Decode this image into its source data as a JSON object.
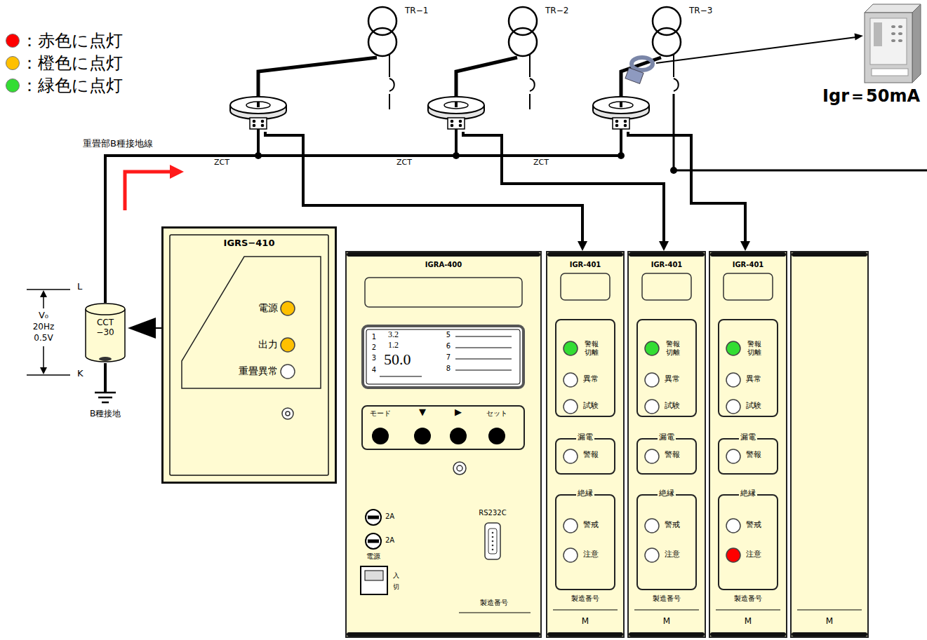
{
  "diagram": {
    "nodes": [
      {
        "text": [
          "TR−1"
        ]
      },
      {
        "text": [
          "TR−2"
        ]
      },
      {
        "text": [
          "TR−3"
        ]
      },
      {
        "text": [
          "ZCT"
        ]
      },
      {
        "text": [
          "ZCT"
        ]
      },
      {
        "text": [
          "ZCT"
        ]
      },
      {
        "text": [
          "CCT −30"
        ]
      },
      {
        "text": [
          "IGRS−410"
        ]
      },
      {
        "text": [
          "電源",
          "出力",
          "重畳異常"
        ],
        "in": 7
      },
      {
        "text": [
          "IGRA-400",
          "2A",
          "2A",
          "電源",
          "入",
          "切",
          "RS232C",
          "製造番号"
        ]
      },
      {
        "text": [
          "1",
          "3.2",
          "2",
          "1.2",
          "3",
          "50.0",
          "4",
          "5",
          "6",
          "7",
          "8"
        ],
        "in": 9
      },
      {
        "text": [
          "モード",
          "▼",
          "▶",
          "セット"
        ],
        "in": 9
      },
      {
        "text": [
          "IGR-401",
          "製造番号",
          "M"
        ]
      },
      {
        "text": [
          "警報 切離",
          "異常",
          "試験"
        ],
        "in": 12
      },
      {
        "text": [
          "漏電",
          "警報"
        ],
        "in": 12
      },
      {
        "text": [
          "絶縁",
          "警戒",
          "注意"
        ],
        "in": 12
      },
      {
        "text": [
          "IGR-401",
          "製造番号",
          "M"
        ]
      },
      {
        "text": [
          "警報 切離",
          "異常",
          "試験"
        ],
        "in": 16
      },
      {
        "text": [
          "漏電",
          "警報"
        ],
        "in": 16
      },
      {
        "text": [
          "絶縁",
          "警戒",
          "注意"
        ],
        "in": 16
      },
      {
        "text": [
          "IGR-401",
          "製造番号",
          "M"
        ]
      },
      {
        "text": [
          "警報 切離",
          "異常",
          "試験"
        ],
        "in": 20
      },
      {
        "text": [
          "漏電",
          "警報"
        ],
        "in": 20
      },
      {
        "text": [
          "絶縁",
          "警戒",
          "注意"
        ],
        "in": 20
      },
      {
        "text": [
          "M"
        ]
      }
    ],
    "edges": [
      {
        "from": 0,
        "to": 3,
        "arrow": "none"
      },
      {
        "from": 1,
        "to": 4,
        "arrow": "none"
      },
      {
        "from": 2,
        "to": 5,
        "arrow": "none"
      },
      {
        "from": 3,
        "to": 12,
        "arrow": "to"
      },
      {
        "from": 4,
        "to": 16,
        "arrow": "to"
      },
      {
        "from": 5,
        "to": 20,
        "arrow": "to"
      },
      {
        "from": 7,
        "to": 6,
        "arrow": "to"
      }
    ],
    "labels": [
      "重畳部B種接地線",
      "Igr＝50mA",
      "L",
      "V₀",
      "20Hz",
      "0.5V",
      "K",
      "B種接地"
    ],
    "legend": [
      {
        "text": "：赤色に点灯",
        "color": "#ff0000"
      },
      {
        "text": "：橙色に点灯",
        "color": "#ffc000"
      },
      {
        "text": "：緑色に点灯",
        "color": "#33dd33"
      }
    ]
  }
}
